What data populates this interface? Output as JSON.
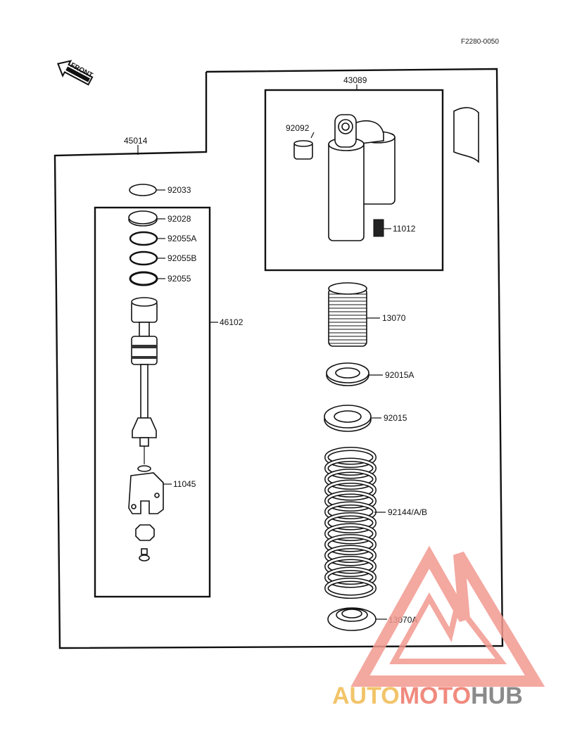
{
  "diagram_code": "F2280-0050",
  "front_label": "FRONT",
  "assembly": {
    "outer": "45014",
    "top_unit": "43089",
    "inner": "46102"
  },
  "parts": {
    "p92092": "92092",
    "p11012": "11012",
    "p92033": "92033",
    "p92028": "92028",
    "p92055A": "92055A",
    "p92055B": "92055B",
    "p92055": "92055",
    "p13070": "13070",
    "p92015A": "92015A",
    "p92015": "92015",
    "p11045": "11045",
    "p92144": "92144/A/B",
    "p13070A": "13070A"
  },
  "watermark": {
    "part1": "AUTO",
    "part2": "MOTO",
    "part3": "HUB",
    "colors": {
      "auto": "#f2c46a",
      "moto": "#f08a7e",
      "hub": "#8a8a8a",
      "logo": "#f29a90"
    }
  }
}
